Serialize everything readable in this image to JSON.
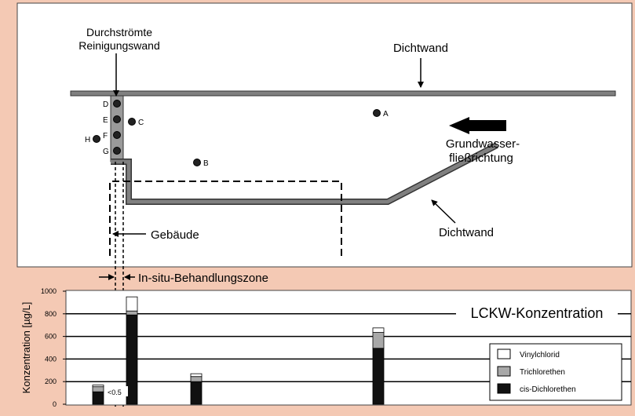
{
  "map": {
    "label_wall_top": "Durchströmte",
    "label_wall_bottom": "Reinigungswand",
    "label_dichtwand_top": "Dichtwand",
    "label_dichtwand_bottom": "Dichtwand",
    "label_gw_line1": "Grundwasser-",
    "label_gw_line2": "fließrichtung",
    "label_gebaeude": "Gebäude",
    "label_zone": "In-situ-Behandlungszone",
    "wells": [
      {
        "id": "A"
      },
      {
        "id": "B"
      },
      {
        "id": "C"
      },
      {
        "id": "D"
      },
      {
        "id": "E"
      },
      {
        "id": "F"
      },
      {
        "id": "G"
      },
      {
        "id": "H"
      }
    ]
  },
  "chart_data": {
    "type": "bar",
    "title": "LCKW-Konzentration",
    "ylabel": "Konzentration [µg/L]",
    "ylim": [
      0,
      1000
    ],
    "yticks": [
      "0",
      "200",
      "400",
      "600",
      "800",
      "1000"
    ],
    "annotation": "<0.5",
    "series": [
      {
        "name": "cis-Dichlorethen",
        "color": "#111111",
        "values": [
          110,
          790,
          200,
          495
        ]
      },
      {
        "name": "Trichlorethen",
        "color": "#a8a8a8",
        "values": [
          45,
          35,
          45,
          140
        ]
      },
      {
        "name": "Vinylchlorid",
        "color": "#ffffff",
        "values": [
          15,
          125,
          25,
          40
        ]
      }
    ],
    "legend_position": "bottom-right"
  },
  "colors": {
    "background": "#f4c9b4",
    "wall": "#808080",
    "reactive_wall": "#9a9a9a"
  }
}
